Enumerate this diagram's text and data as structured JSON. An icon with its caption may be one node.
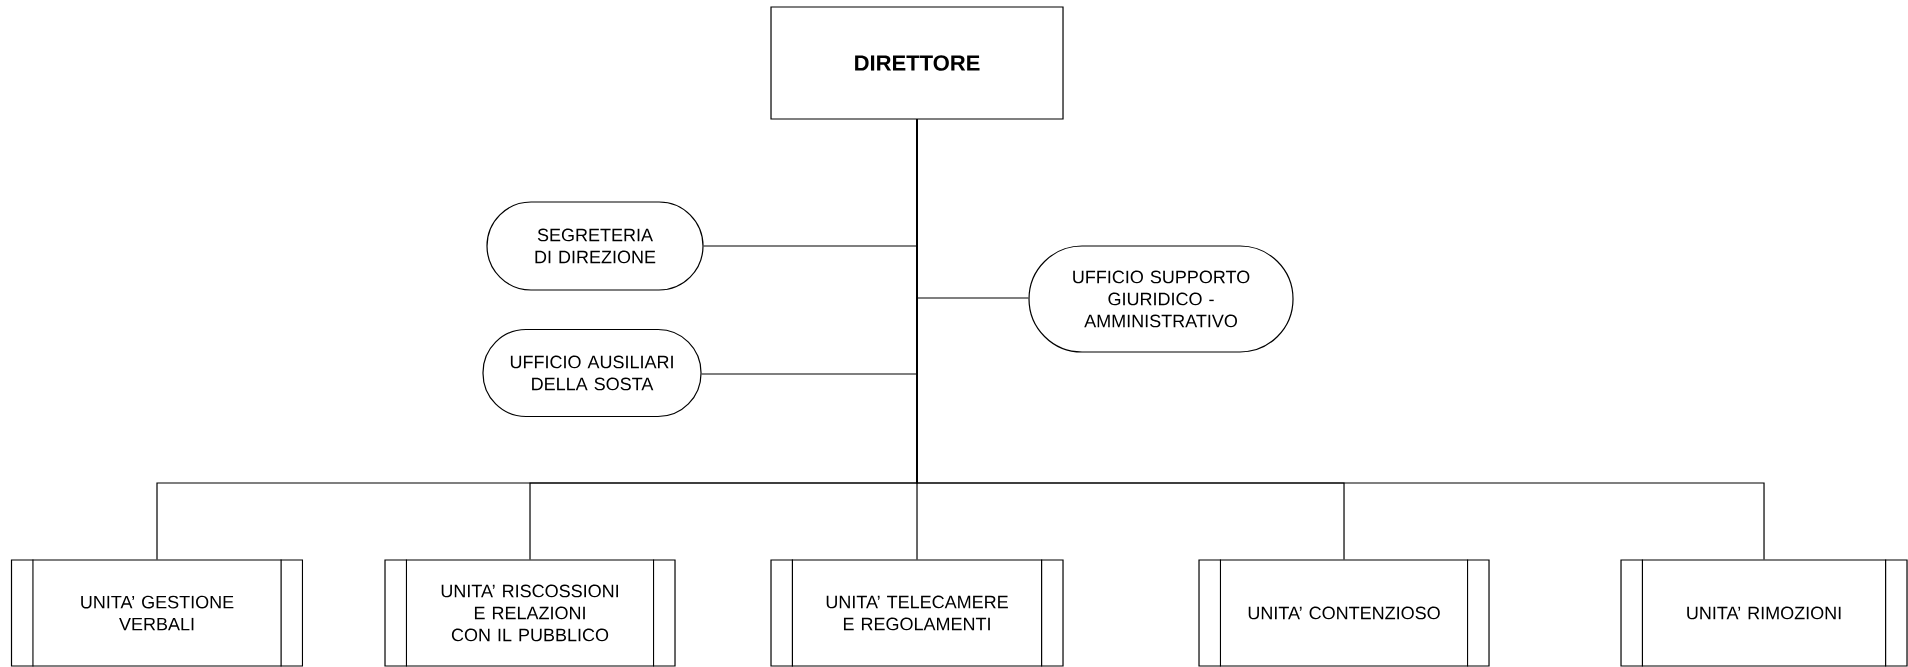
{
  "diagram": {
    "nodes": [
      {
        "text": [
          "DIRETTORE"
        ]
      },
      {
        "text": [
          "SEGRETERIA DI DIREZIONE"
        ]
      },
      {
        "text": [
          "UFFICIO SUPPORTO GIURIDICO - AMMINISTRATIVO"
        ]
      },
      {
        "text": [
          "UFFICIO AUSILIARI DELLA SOSTA"
        ]
      },
      {
        "text": [
          "UNITA’ GESTIONE VERBALI"
        ]
      },
      {
        "text": [
          "UNITA’ RISCOSSIONI E RELAZIONI CON IL PUBBLICO"
        ]
      },
      {
        "text": [
          "UNITA’ TELECAMERE E REGOLAMENTI"
        ]
      },
      {
        "text": [
          "UNITA’ CONTENZIOSO"
        ]
      },
      {
        "text": [
          "UNITA’ RIMOZIONI"
        ]
      }
    ],
    "edges": [
      {
        "from": 0,
        "to": 1,
        "arrow": "none"
      },
      {
        "from": 0,
        "to": 2,
        "arrow": "none"
      },
      {
        "from": 0,
        "to": 3,
        "arrow": "none"
      },
      {
        "from": 0,
        "to": 4,
        "arrow": "none"
      },
      {
        "from": 0,
        "to": 5,
        "arrow": "none"
      },
      {
        "from": 0,
        "to": 6,
        "arrow": "none"
      },
      {
        "from": 0,
        "to": 7,
        "arrow": "none"
      },
      {
        "from": 0,
        "to": 8,
        "arrow": "none"
      }
    ]
  }
}
